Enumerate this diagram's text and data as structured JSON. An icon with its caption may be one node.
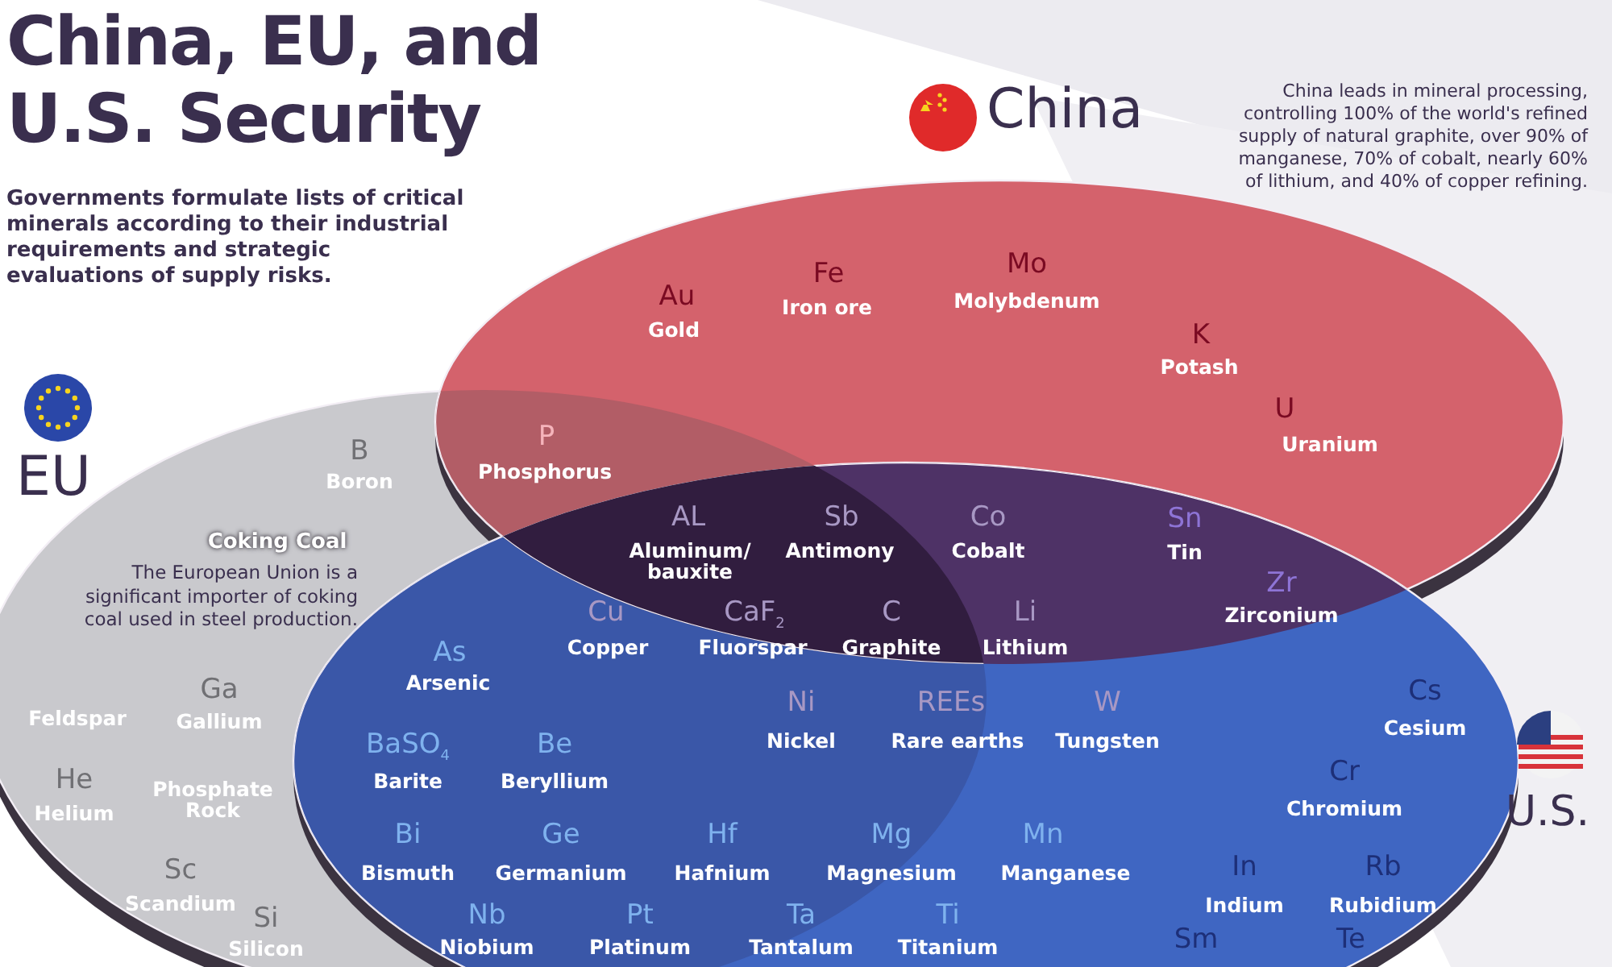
{
  "diagram": {
    "title": "China, EU, and U.S. Security",
    "caption": "Governments formulate lists of critical minerals according to their industrial requirements and strategic evaluations of supply risks.",
    "nodes": [
      {
        "text": [
          "EU"
        ]
      },
      {
        "text": [
          "China"
        ],
        "beside": [
          "China leads in mineral processing, controlling 100% of the world's refined supply of natural graphite, over 90% of manganese, 70% of cobalt, nearly 60% of lithium, and 40% of copper refining."
        ]
      },
      {
        "text": [
          "U.S."
        ]
      }
    ],
    "labels": [
      "Au",
      "Gold",
      "Fe",
      "Iron ore",
      "Mo",
      "Molybdenum",
      "K",
      "Potash",
      "U",
      "Uranium",
      "B",
      "Boron",
      "P",
      "Phosphorus",
      "AL",
      "Aluminum/ bauxite",
      "Sb",
      "Antimony",
      "Co",
      "Cobalt",
      "Coking Coal",
      "The European Union is a significant importer of coking coal used in steel production.",
      "Sn",
      "Tin",
      "Cu",
      "Copper",
      "CaF$_{2}$",
      "Fluorspar",
      "C",
      "Graphite",
      "Li",
      "Lithium",
      "Zr",
      "Zirconium",
      "As",
      "Arsenic",
      "Ga",
      "Gallium",
      "Feldspar",
      "Cs",
      "Cesium",
      "Ni",
      "Nickel",
      "REEs",
      "Rare earths",
      "W",
      "Tungsten",
      "Cr",
      "Chromium",
      "BaSO$_{4}$",
      "Barite",
      "Be",
      "Beryllium",
      "He",
      "Helium",
      "Phosphate Rock",
      "Bi",
      "Bismuth",
      "Ge",
      "Germanium",
      "Hf",
      "Hafnium",
      "Mg",
      "Magnesium",
      "Mn",
      "Manganese",
      "In",
      "Indium",
      "Rb",
      "Rubidium",
      "Sc",
      "Scandium",
      "Si",
      "Silicon",
      "Nb",
      "Niobium",
      "Pt",
      "Platinum",
      "Ta",
      "Tantalum",
      "Ti",
      "Titanium",
      "Sm",
      "Te"
    ]
  }
}
